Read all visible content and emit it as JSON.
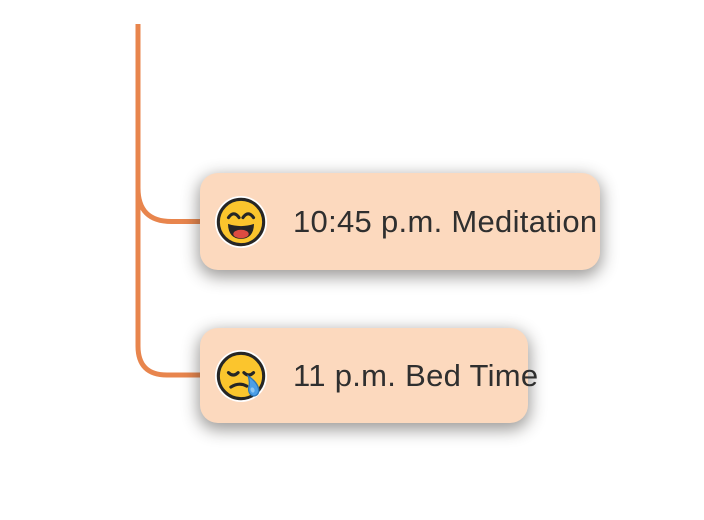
{
  "app": {
    "view": "mind-map-branch"
  },
  "colors": {
    "background": "#ffffff",
    "connector": "#E8854D",
    "node-bg": "#FCD9BE",
    "node-text": "#2F2F2F",
    "emoji-yellow": "#FBC52D",
    "emoji-outline": "#262626",
    "emoji-tongue": "#DD4B41",
    "emoji-drool": "#4D9FE8"
  },
  "nodes": [
    {
      "label": "10:45 p.m. Meditation",
      "emoji": "grinning-face-with-smiling-eyes"
    },
    {
      "label": "11 p.m. Bed Time",
      "emoji": "sleepy-face-with-drool"
    }
  ]
}
